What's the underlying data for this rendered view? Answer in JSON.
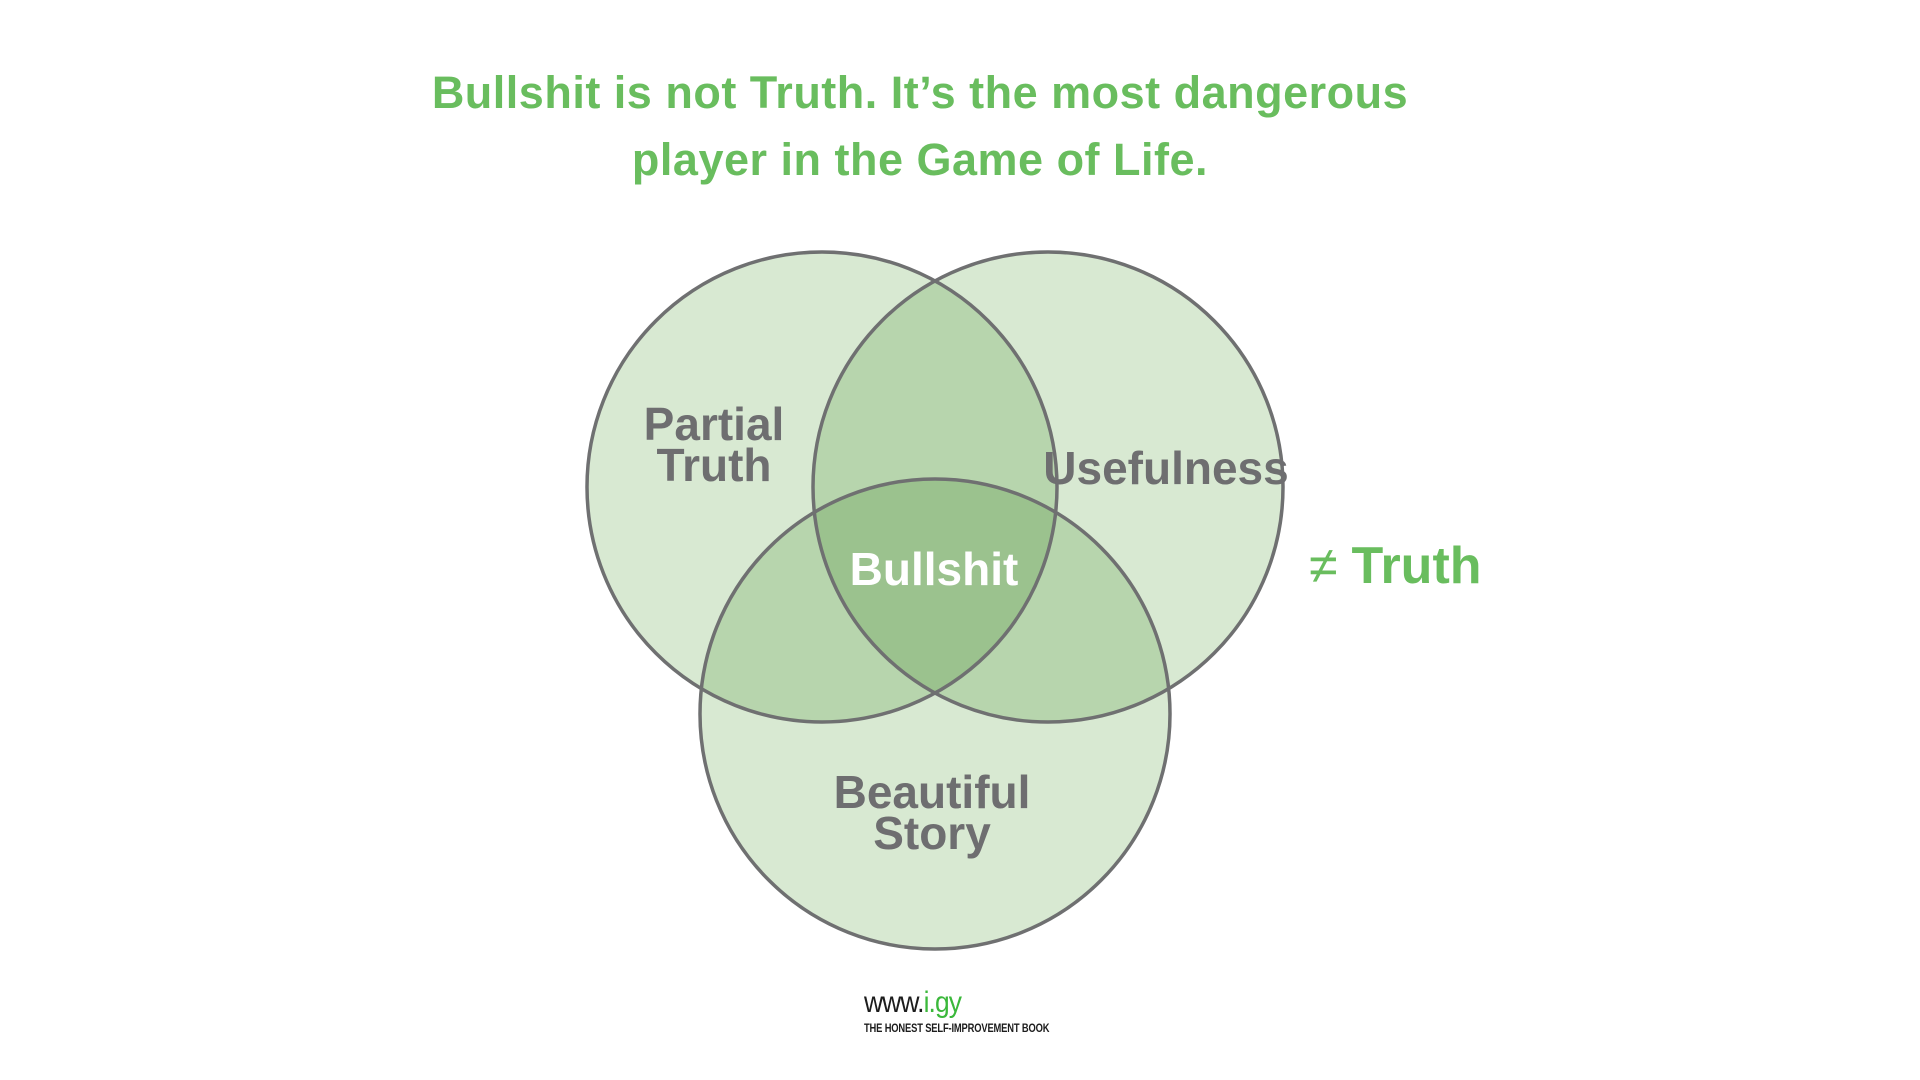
{
  "title": {
    "line1": "Bullshit is not Truth. It’s the most dangerous",
    "line2": "player in the Game of Life."
  },
  "venn": {
    "labels": {
      "partial": {
        "line1": "Partial",
        "line2": "Truth"
      },
      "usefulness": "Usefulness",
      "beautiful": {
        "line1": "Beautiful",
        "line2": "Story"
      },
      "center": "Bullshit"
    }
  },
  "annotation": {
    "symbol": "≠",
    "text": "Truth"
  },
  "footer": {
    "url_prefix": "www.",
    "url_suffix": "i.gy",
    "tagline": "THE HONEST SELF-IMPROVEMENT BOOK"
  },
  "colors": {
    "green_text": "#69bd5e",
    "footer_green": "#3bb83b",
    "circle_fill": "#d8e9d2",
    "circle_stroke": "#6f7071",
    "label_gray": "#6e6e70",
    "center_label_color": "#ffffff",
    "footer_black": "#1c1c1c",
    "background": "#ffffff"
  }
}
